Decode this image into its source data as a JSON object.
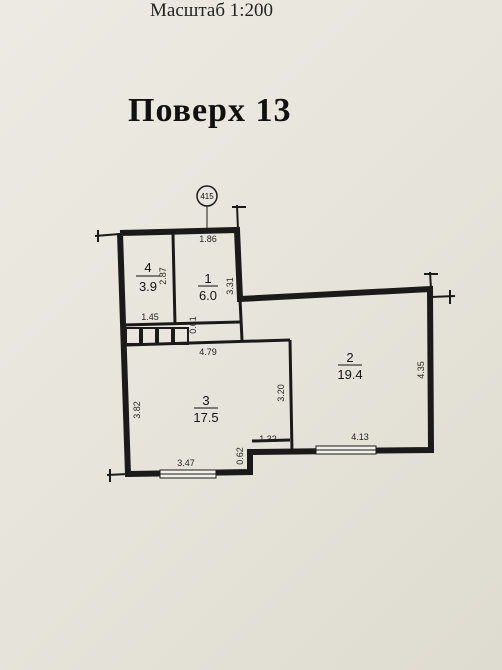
{
  "header": {
    "scale": "Масштаб 1:200",
    "floor_title": "Поверх  13"
  },
  "marker": {
    "label": "415"
  },
  "rooms": [
    {
      "number": "1",
      "area": "6.0"
    },
    {
      "number": "2",
      "area": "19.4"
    },
    {
      "number": "3",
      "area": "17.5"
    },
    {
      "number": "4",
      "area": "3.9"
    }
  ],
  "dimensions": {
    "room1_width": "1.86",
    "room1_height": "3.31",
    "room4_height": "2.87",
    "room4_width": "1.45",
    "closet_gap": "0.61",
    "room3_width": "4.79",
    "room3_side": "3.20",
    "room3_left": "3.82",
    "room3_bottom": "3.47",
    "step_height": "0.62",
    "step_width": "1.32",
    "room2_bottom": "4.13",
    "room2_right": "4.35"
  },
  "colors": {
    "paper": "#e9e7de",
    "wall": "#1a1a1a",
    "text": "#111111"
  }
}
